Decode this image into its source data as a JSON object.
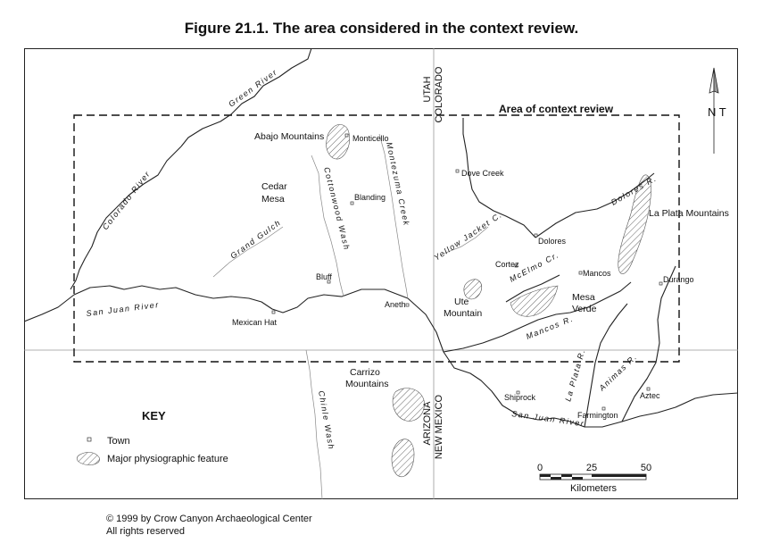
{
  "figure": {
    "title": "Figure 21.1.  The area considered in the context review."
  },
  "states": {
    "utah": "UTAH",
    "colorado": "COLORADO",
    "arizona": "ARIZONA",
    "new_mexico": "NEW MEXICO"
  },
  "review_area_label": "Area of context review",
  "north_arrow": {
    "letters": "N T"
  },
  "towns": {
    "monticello": "Monticello",
    "dove_creek": "Dove Creek",
    "blanding": "Blanding",
    "dolores": "Dolores",
    "cortez": "Cortez",
    "mancos": "Mancos",
    "durango": "Durango",
    "bluff": "Bluff",
    "mexican_hat": "Mexican Hat",
    "aneth": "Aneth",
    "shiprock": "Shiprock",
    "aztec": "Aztec",
    "farmington": "Farmington"
  },
  "features": {
    "abajo": "Abajo Mountains",
    "cedar_1": "Cedar",
    "cedar_2": "Mesa",
    "la_plata_mtns": "La Plata Mountains",
    "ute_1": "Ute",
    "ute_2": "Mountain",
    "mesa_verde_1": "Mesa",
    "mesa_verde_2": "Verde",
    "carrizo_1": "Carrizo",
    "carrizo_2": "Mountains"
  },
  "rivers": {
    "green": "Green River",
    "colorado": "Colorado River",
    "san_juan_w": "San Juan River",
    "san_juan_e": "San Juan River",
    "cottonwood": "Cottonwood Wash",
    "montezuma": "Montezuma Creek",
    "grand_gulch": "Grand Gulch",
    "yellow_jacket": "Yellow Jacket C.",
    "dolores": "Dolores R.",
    "mcelmo": "McElmo Cr.",
    "mancos": "Mancos R.",
    "la_plata": "La Plata R.",
    "animas": "Animas R.",
    "chinle": "Chinle Wash"
  },
  "key": {
    "title": "KEY",
    "town": "Town",
    "feature": "Major physiographic feature"
  },
  "scale": {
    "ticks": [
      "0",
      "25",
      "50"
    ],
    "unit": "Kilometers"
  },
  "copyright": {
    "line1": "© 1999 by Crow Canyon Archaeological Center",
    "line2": "All rights reserved"
  }
}
